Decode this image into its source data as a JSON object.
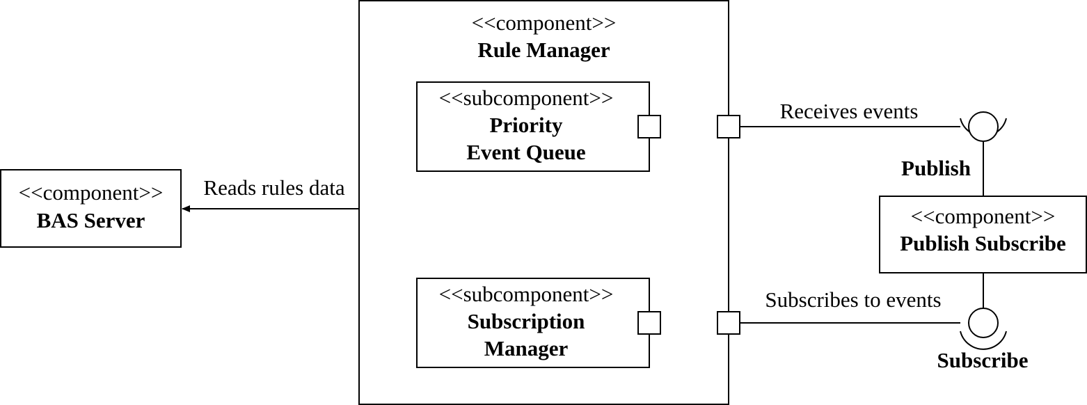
{
  "rule_manager": {
    "stereotype": "<<component>>",
    "name": "Rule Manager"
  },
  "priority_queue": {
    "stereotype": "<<subcomponent>>",
    "name_line1": "Priority",
    "name_line2": "Event Queue"
  },
  "subscription_manager": {
    "stereotype": "<<subcomponent>>",
    "name_line1": "Subscription",
    "name_line2": "Manager"
  },
  "bas_server": {
    "stereotype": "<<component>>",
    "name": "BAS Server"
  },
  "publish_subscribe": {
    "stereotype": "<<component>>",
    "name": "Publish Subscribe"
  },
  "connectors": {
    "reads_rules": "Reads rules data",
    "receives_events": "Receives events",
    "subscribes_events": "Subscribes to events"
  },
  "interfaces": {
    "publish": "Publish",
    "subscribe": "Subscribe"
  }
}
